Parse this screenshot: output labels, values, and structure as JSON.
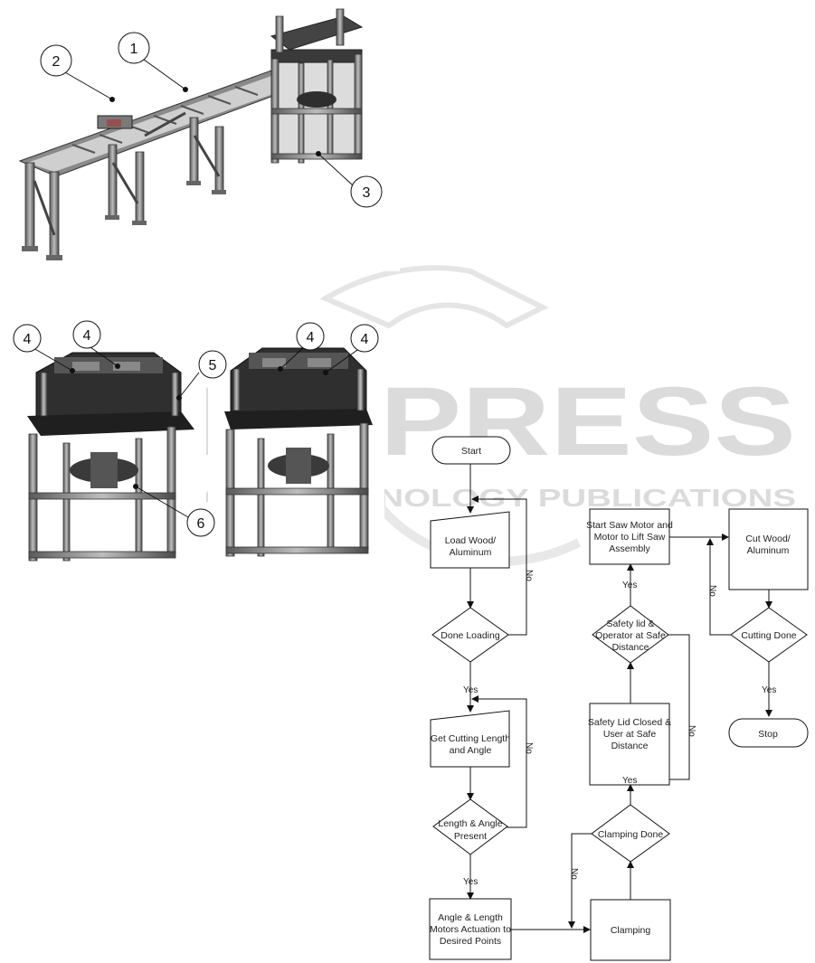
{
  "watermark": {
    "main": "SCITEPRESS",
    "sub": "SCIENCE AND TECHNOLOGY PUBLICATIONS"
  },
  "callouts": {
    "c1": "1",
    "c2": "2",
    "c3": "3",
    "c4a": "4",
    "c4b": "4",
    "c4c": "4",
    "c4d": "4",
    "c5": "5",
    "c6": "6"
  },
  "flowchart": {
    "start": "Start",
    "load": [
      "Load Wood/",
      "Aluminum"
    ],
    "done_loading": "Done Loading",
    "get_cutting": [
      "Get Cutting Length",
      "and Angle"
    ],
    "length_angle": [
      "Length & Angle",
      "Present"
    ],
    "actuation": [
      "Angle & Length",
      "Motors Actuation to",
      "Desired Points"
    ],
    "clamping": "Clamping",
    "clamping_done": "Clamping Done",
    "safety_closed": [
      "Safety Lid Closed &",
      "User at Safe",
      "Distance"
    ],
    "safety_lid": [
      "Safety lid &",
      "Operator at Safe",
      "Distance"
    ],
    "start_saw": [
      "Start Saw Motor and",
      "Motor to Lift Saw",
      "Assembly"
    ],
    "cut": [
      "Cut Wood/",
      "Aluminum"
    ],
    "cutting_done": "Cutting Done",
    "stop": "Stop",
    "labels": {
      "no1": "No",
      "yes1": "Yes",
      "no2": "No",
      "yes2": "Yes",
      "no3": "No",
      "yes3": "Yes",
      "no4": "No",
      "yes4": "Yes",
      "no5": "No",
      "yes5": "Yes"
    }
  }
}
